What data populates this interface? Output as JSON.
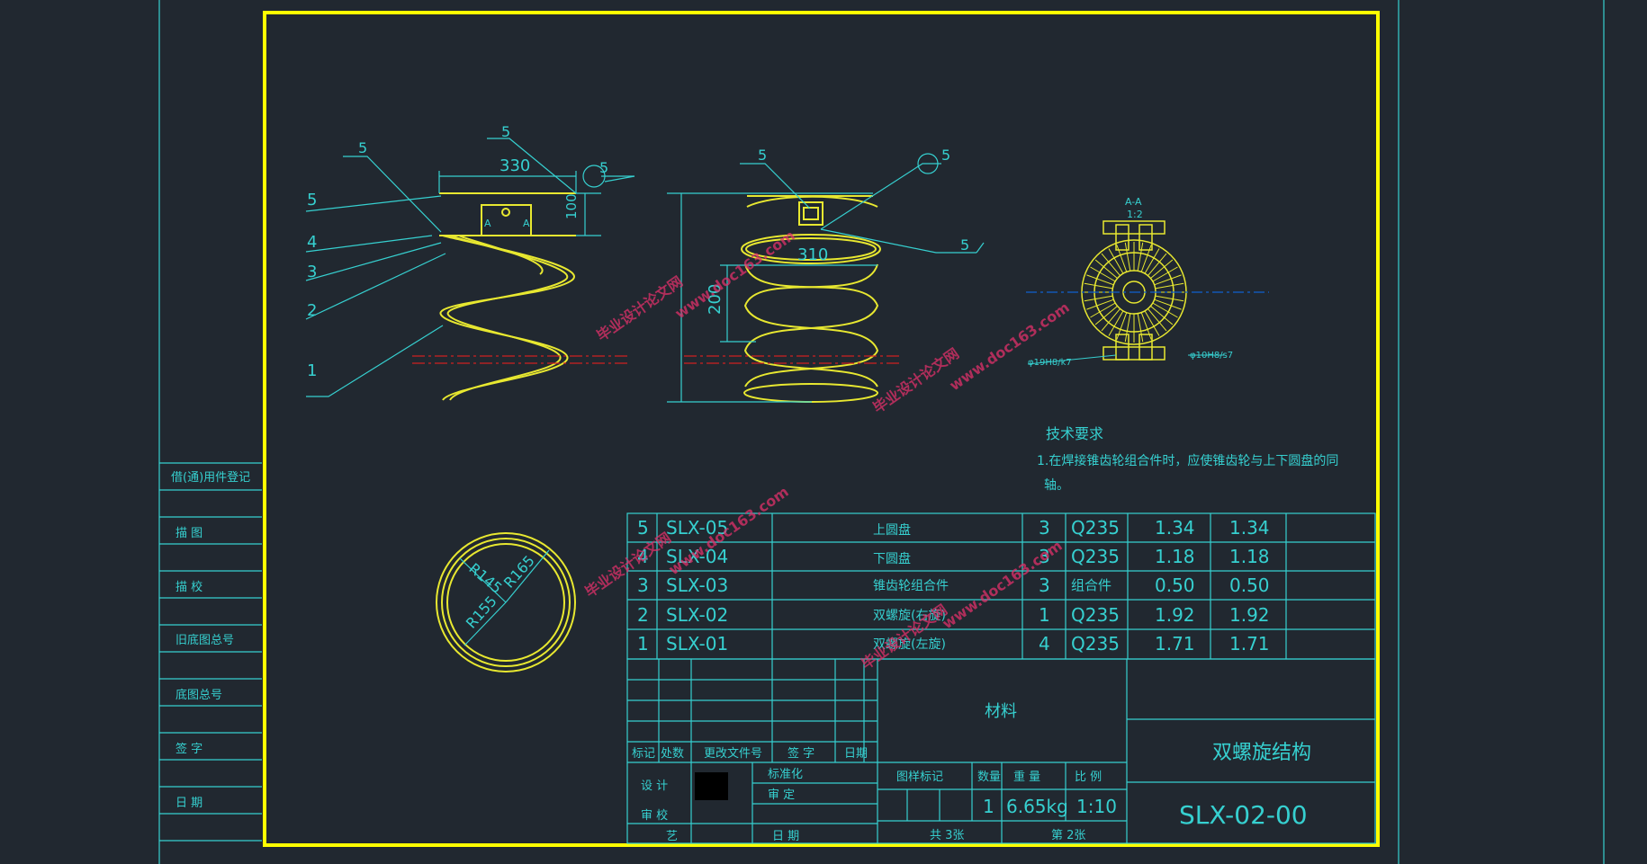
{
  "title_block": {
    "drawing_name": "双螺旋结构",
    "drawing_number": "SLX-02-00",
    "material_label": "材料",
    "mark_header": "图样标记",
    "qty_header": "数量",
    "weight_header": "重 量",
    "scale_header": "比 例",
    "qty_value": "1",
    "weight_value": "6.65kg",
    "scale_value": "1:10",
    "sheets_total": "共 3张",
    "sheet_no": "第 2张",
    "rev_headers": [
      "标记",
      "处数",
      "更改文件号",
      "签 字",
      "日期"
    ],
    "design": "设 计",
    "standardize": "标准化",
    "check": "审 校",
    "approve": "审 定",
    "process": "艺",
    "date": "日 期"
  },
  "side_registry": [
    "借(通)用件登记",
    "描 图",
    "描 校",
    "旧底图总号",
    "底图总号",
    "签 字",
    "日 期"
  ],
  "parts_list": [
    {
      "no": "5",
      "code": "SLX-05",
      "name": "上圆盘",
      "qty": "3",
      "material": "Q235",
      "unit": "1.34",
      "total": "1.34"
    },
    {
      "no": "4",
      "code": "SLX-04",
      "name": "下圆盘",
      "qty": "3",
      "material": "Q235",
      "unit": "1.18",
      "total": "1.18"
    },
    {
      "no": "3",
      "code": "SLX-03",
      "name": "锥齿轮组合件",
      "qty": "3",
      "material": "组合件",
      "unit": "0.50",
      "total": "0.50"
    },
    {
      "no": "2",
      "code": "SLX-02",
      "name": "双螺旋(右旋)",
      "qty": "1",
      "material": "Q235",
      "unit": "1.92",
      "total": "1.92"
    },
    {
      "no": "1",
      "code": "SLX-01",
      "name": "双螺旋(左旋)",
      "qty": "4",
      "material": "Q235",
      "unit": "1.71",
      "total": "1.71"
    }
  ],
  "tech_req": {
    "title": "技术要求",
    "line1": "1.在焊接锥齿轮组合件时，应使锥齿轮与上下圆盘的同",
    "line2": "轴。"
  },
  "view1": {
    "dim_width": "330",
    "dim_height": "100",
    "weld_sym": "5",
    "leaders": [
      "5",
      "4",
      "3",
      "2",
      "1"
    ],
    "section_a": "A"
  },
  "view2": {
    "dim_width": "310",
    "dim_pitch": "200",
    "weld_sym": "5"
  },
  "section_view": {
    "title": "A-A",
    "scale": "1:2",
    "fit_left": "φ19H8/k7",
    "fit_right": "φ10H8/s7"
  },
  "ring_view": {
    "radii": [
      "R145",
      "R165",
      "R155"
    ]
  },
  "watermarks": [
    "毕业设计论文网",
    "www.doc163.com"
  ],
  "colors": {
    "background": "#212830",
    "line": "#36d0d0",
    "part": "#e8e830",
    "border": "#ffff00",
    "center": "#d02020"
  }
}
